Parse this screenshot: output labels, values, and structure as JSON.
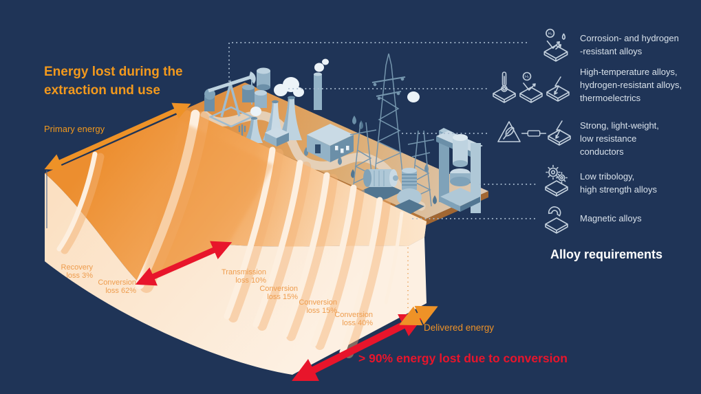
{
  "background_color": "#1F3457",
  "title": "Energy lost during the\nextraction und use",
  "sankey": {
    "primary_label": "Primary energy",
    "delivered_label": "Delivered energy",
    "claim": "> 90% energy lost due to conversion",
    "losses": [
      {
        "line1": "Recovery",
        "line2": "loss 3%"
      },
      {
        "line1": "Conversion",
        "line2": "loss 62%"
      },
      {
        "line1": "Transmission",
        "line2": "loss 10%"
      },
      {
        "line1": "Conversion",
        "line2": "loss 15%"
      },
      {
        "line1": "Conversion",
        "line2": "loss 15%"
      },
      {
        "line1": "Conversion",
        "line2": "loss 40%"
      }
    ]
  },
  "alloys": {
    "heading": "Alloy requirements",
    "items": [
      {
        "text": "Corrosion- and hydrogen\n-resistant alloys"
      },
      {
        "text": "High-temperature alloys,\nhydrogen-resistant alloys,\nthermoelectrics"
      },
      {
        "text": "Strong, light-weight,\nlow resistance\nconductors"
      },
      {
        "text": "Low tribology,\nhigh strength alloys"
      },
      {
        "text": "Magnetic alloys"
      }
    ]
  },
  "icon_glyphs": {
    "h2": "H₂"
  },
  "colors": {
    "accent_orange": "#F0931D",
    "loss_red": "#E8152B",
    "loss_label_orange": "#EE9C4D",
    "icon_line": "#C3D0DD",
    "light_text": "#D8E1EA",
    "background": "#1F3457"
  }
}
